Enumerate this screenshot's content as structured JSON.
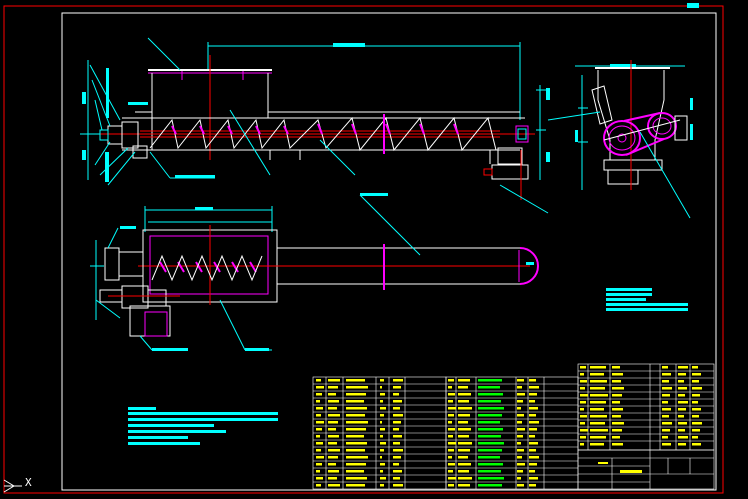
{
  "drawing": {
    "type": "CAD mechanical assembly drawing (screw conveyor)",
    "background": "#000000",
    "colors": {
      "frame": "#ff0000",
      "outline": "#ffffff",
      "dimension": "#00ffff",
      "centerline": "#ff0000",
      "flight": "#ff00ff",
      "leader": "#00ffff",
      "note": "#00ffff",
      "table_text": "#ffff00",
      "table_text_alt": "#00ff00"
    },
    "ucs_axis_label": "X",
    "views": [
      "front-elevation",
      "top-plan",
      "side-elevation"
    ],
    "tables": [
      "parts-list-left",
      "parts-list-middle",
      "parts-list-right",
      "title-block"
    ]
  }
}
